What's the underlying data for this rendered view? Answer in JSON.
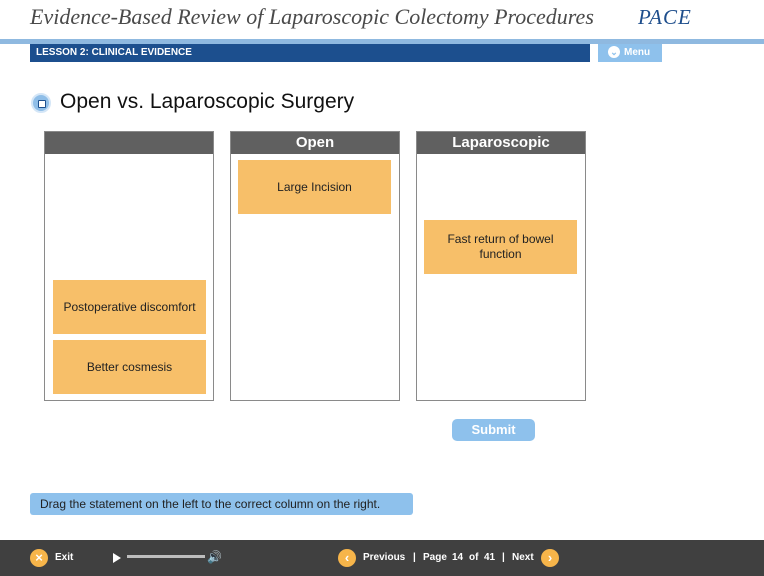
{
  "header": {
    "title": "Evidence-Based Review of Laparoscopic Colectomy Procedures",
    "brand": "PACE"
  },
  "lesson": {
    "label": "LESSON 2: CLINICAL EVIDENCE"
  },
  "menu": {
    "label": "Menu"
  },
  "page": {
    "title": "Open vs. Laparoscopic Surgery"
  },
  "columns": [
    {
      "heading": "",
      "cards": [
        "Postoperative discomfort",
        "Better cosmesis"
      ]
    },
    {
      "heading": "Open",
      "cards": [
        "Large Incision"
      ]
    },
    {
      "heading": "Laparoscopic",
      "cards": [
        "Fast return of bowel function"
      ]
    }
  ],
  "submit": {
    "label": "Submit"
  },
  "instruction": "Drag the statement on the left to the correct column on the right.",
  "footer": {
    "exit": "Exit",
    "previous": "Previous",
    "page_label": "Page",
    "current_page": "14",
    "of_label": "of",
    "total_pages": "41",
    "next": "Next",
    "separator": "|"
  },
  "colors": {
    "accent": "#8ec1ec",
    "lesson_bar": "#1c4f8e",
    "card": "#f7bf69",
    "column_header": "#606060",
    "footer": "#404040",
    "nav_icon": "#f7b54a"
  },
  "icons": {
    "page": "page-icon",
    "menu": "chevron-down-icon",
    "exit": "close-icon",
    "play": "play-icon",
    "volume": "volume-icon",
    "previous": "chevron-left-icon",
    "next": "chevron-right-icon"
  }
}
